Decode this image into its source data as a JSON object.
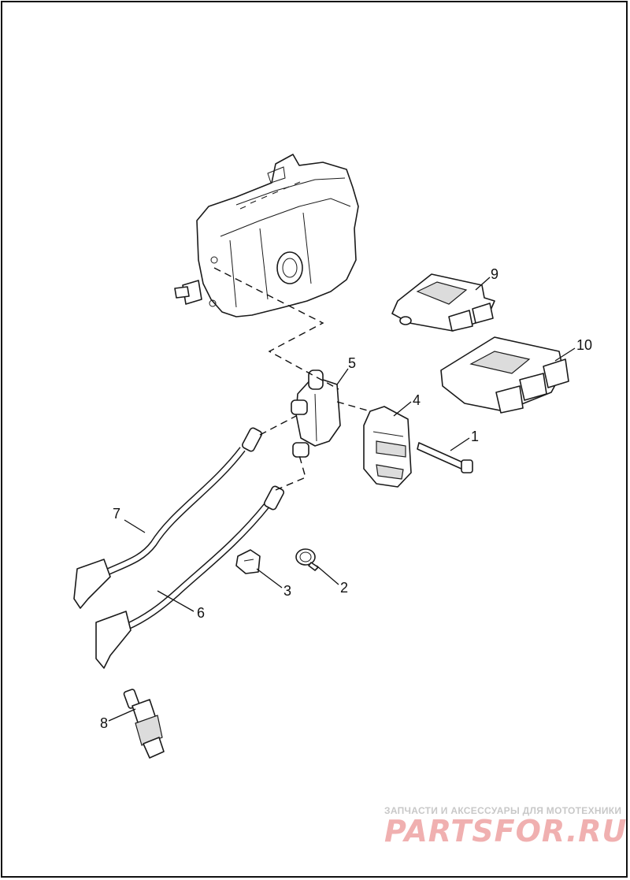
{
  "diagram": {
    "callouts": [
      {
        "id": "1",
        "label": "1"
      },
      {
        "id": "2",
        "label": "2"
      },
      {
        "id": "3",
        "label": "3"
      },
      {
        "id": "4",
        "label": "4"
      },
      {
        "id": "5",
        "label": "5"
      },
      {
        "id": "6",
        "label": "6"
      },
      {
        "id": "7",
        "label": "7"
      },
      {
        "id": "8",
        "label": "8"
      },
      {
        "id": "9",
        "label": "9"
      },
      {
        "id": "10",
        "label": "10"
      }
    ]
  },
  "watermark": {
    "tagline": "ЗАПЧАСТИ И АКСЕССУАРЫ ДЛЯ МОТОТЕХНИКИ",
    "logo": "PARTSFOR.RU",
    "colors": {
      "logo": "#f0b0b0",
      "tagline": "#c8c8c8"
    }
  }
}
